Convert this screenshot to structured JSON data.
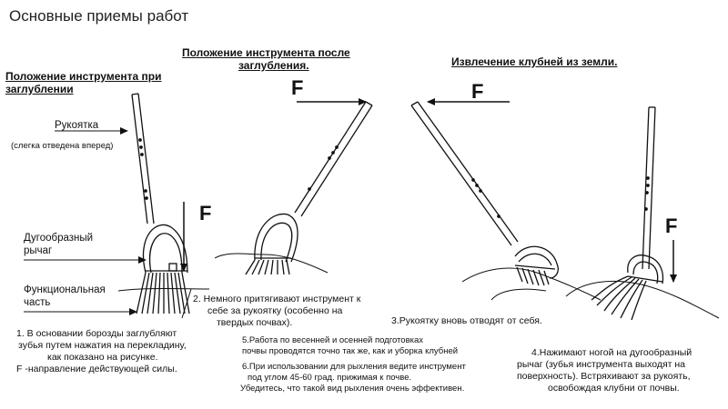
{
  "title": "Основные приемы работ",
  "headers": {
    "h1_line1": "Положение инструмента при",
    "h1_line2": "заглублении",
    "h2_line1": "Положение инструмента после",
    "h2_line2": "заглубления.",
    "h3": "Извлечение клубней из земли."
  },
  "labels": {
    "handle": "Рукоятка",
    "handle_note": "(слегка отведена вперед)",
    "lever_line1": "Дугообразный",
    "lever_line2": "рычаг",
    "func_line1": "Функциональная",
    "func_line2": "часть"
  },
  "force_letter": "F",
  "descriptions": {
    "d1_line1": "1. В основании борозды заглубляют",
    "d1_line2": "зубья путем нажатия на перекладину,",
    "d1_line3": "как показано на рисунке.",
    "d1_line4": "F -направление действующей силы.",
    "d2_line1": "2. Немного притягивают инструмент к",
    "d2_line2": "себе за рукоятку (особенно на",
    "d2_line3": "твердых почвах).",
    "d3": "3.Рукоятку вновь отводят от себя.",
    "d4_line1": "4.Нажимают ногой на дугообразный",
    "d4_line2": "рычаг (зубья инструмента выходят на",
    "d4_line3": "поверхность). Встряхивают за рукоять,",
    "d4_line4": "освобождая клубни от почвы.",
    "d5_line1": "5.Работа по весенней и осенней подготовках",
    "d5_line2": "почвы проводятся точно так же, как и уборка клубней",
    "d6_line1": "6.При использовании для рыхления ведите инструмент",
    "d6_line2": "под углом 45-60 град. прижимая  к почве.",
    "d6_line3": "Убедитесь, что такой вид рыхления очень эффективен."
  }
}
